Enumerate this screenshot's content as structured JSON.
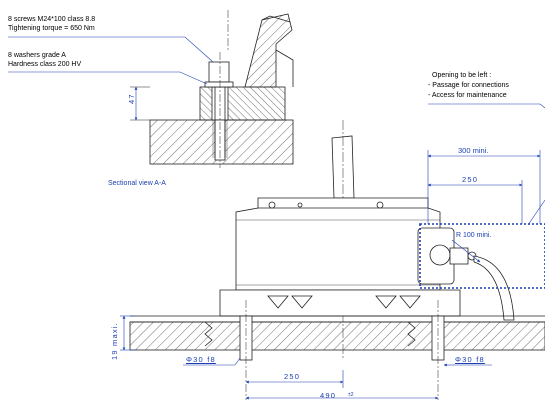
{
  "notes": {
    "screws_line1": "8 screws M24*100 class 8.8",
    "screws_line2": "Tightening torque = 650 Nm",
    "washers_line1": "8 washers grade A",
    "washers_line2": "Hardness class 200 HV",
    "sectional_view": "Sectional view A-A",
    "opening_line1": "Opening to be left :",
    "opening_line2": "- Passage for connections",
    "opening_line3": "- Access for maintenance",
    "radius": "R 100 mini."
  },
  "dimensions": {
    "washer_height": "47",
    "opening_width": "300 mini.",
    "housing_width": "250",
    "base_height": "19 maxi.",
    "hole_left": "Φ30 f8",
    "hole_right": "Φ30 f8",
    "pin_spacing": "250",
    "total_length": "490",
    "total_length_tol": "±2"
  },
  "colors": {
    "line": "#222222",
    "annotation": "#1b3fb0",
    "opening_zone": "#1b3fb0"
  }
}
